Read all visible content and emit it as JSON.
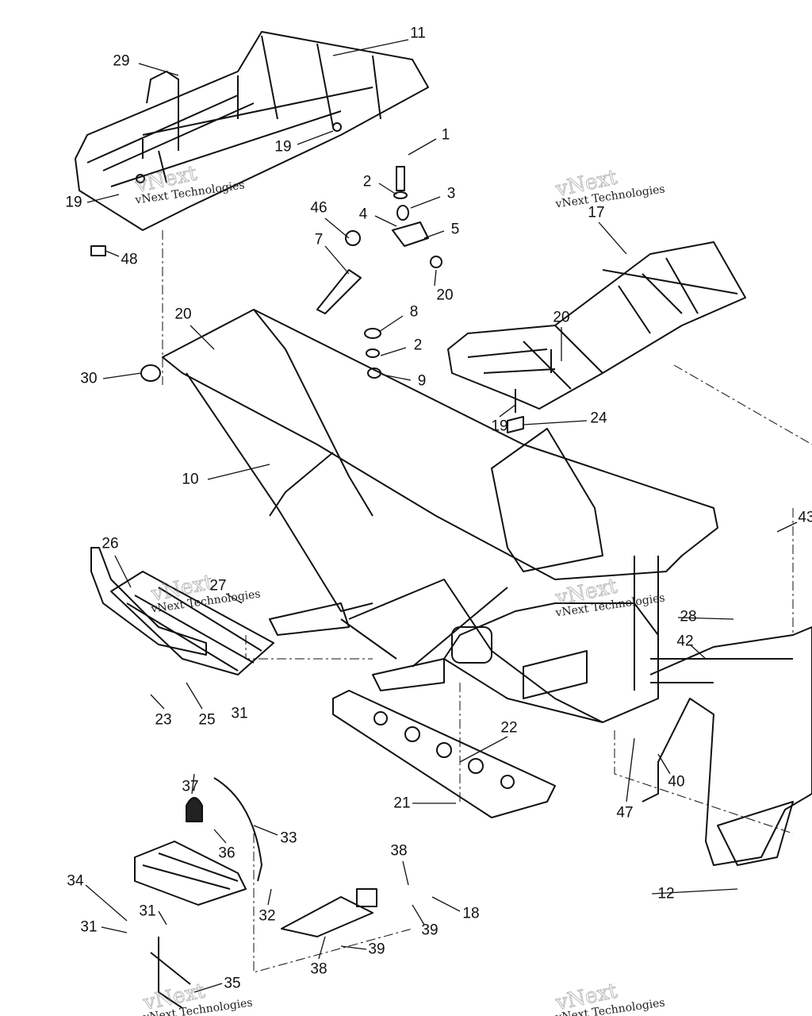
{
  "diagram": {
    "type": "exploded parts diagram",
    "line_color": "#111111",
    "background": "#ffffff",
    "watermark": "vNext Technologies"
  },
  "callouts": [
    "11",
    "29",
    "19",
    "1",
    "2",
    "3",
    "4",
    "5",
    "46",
    "7",
    "19",
    "48",
    "20",
    "17",
    "20",
    "8",
    "2",
    "9",
    "30",
    "20",
    "19",
    "24",
    "10",
    "43",
    "26",
    "27",
    "28",
    "42",
    "23",
    "25",
    "31",
    "22",
    "40",
    "47",
    "37",
    "21",
    "33",
    "36",
    "38",
    "34",
    "31",
    "32",
    "18",
    "12",
    "31",
    "39",
    "39",
    "38",
    "35"
  ]
}
